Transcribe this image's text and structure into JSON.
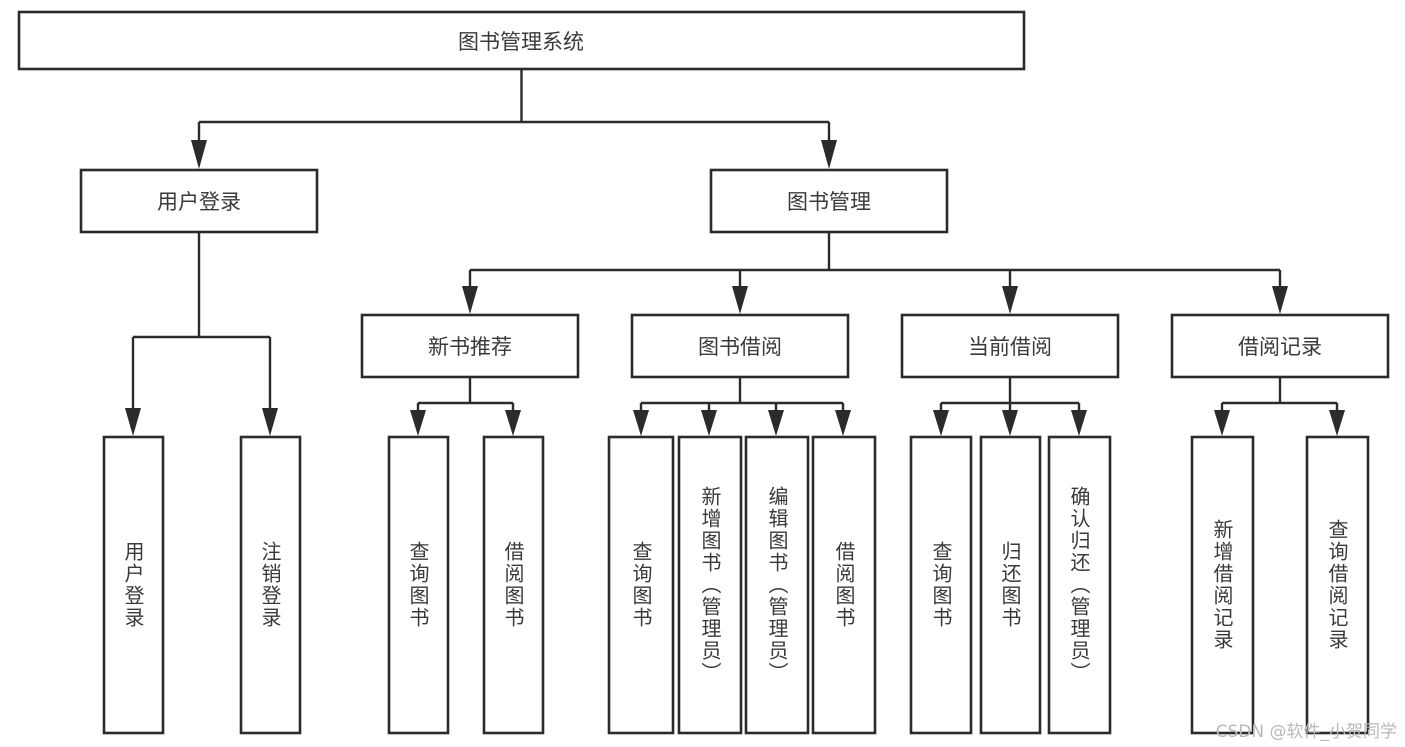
{
  "diagram": {
    "type": "tree-hierarchy",
    "title": "图书管理系统",
    "root": {
      "id": "root",
      "label": "图书管理系统"
    },
    "level2": [
      {
        "id": "user-login",
        "label": "用户登录"
      },
      {
        "id": "book-manage",
        "label": "图书管理"
      }
    ],
    "level3": [
      {
        "id": "new-book-rec",
        "label": "新书推荐",
        "parent": "book-manage"
      },
      {
        "id": "book-borrow",
        "label": "图书借阅",
        "parent": "book-manage"
      },
      {
        "id": "current-borrow",
        "label": "当前借阅",
        "parent": "book-manage"
      },
      {
        "id": "borrow-record",
        "label": "借阅记录",
        "parent": "book-manage"
      }
    ],
    "leaves": [
      {
        "id": "leaf-user-login",
        "label": "用户登录",
        "parent": "user-login"
      },
      {
        "id": "leaf-logout",
        "label": "注销登录",
        "parent": "user-login"
      },
      {
        "id": "leaf-query-book-1",
        "label": "查询图书",
        "parent": "new-book-rec"
      },
      {
        "id": "leaf-borrow-book-1",
        "label": "借阅图书",
        "parent": "new-book-rec"
      },
      {
        "id": "leaf-query-book-2",
        "label": "查询图书",
        "parent": "book-borrow"
      },
      {
        "id": "leaf-add-book",
        "label": "新增图书（管理员）",
        "parent": "book-borrow"
      },
      {
        "id": "leaf-edit-book",
        "label": "编辑图书（管理员）",
        "parent": "book-borrow"
      },
      {
        "id": "leaf-borrow-book-2",
        "label": "借阅图书",
        "parent": "book-borrow"
      },
      {
        "id": "leaf-query-book-3",
        "label": "查询图书",
        "parent": "current-borrow"
      },
      {
        "id": "leaf-return-book",
        "label": "归还图书",
        "parent": "current-borrow"
      },
      {
        "id": "leaf-confirm-return",
        "label": "确认归还（管理员）",
        "parent": "current-borrow"
      },
      {
        "id": "leaf-add-record",
        "label": "新增借阅记录",
        "parent": "borrow-record"
      },
      {
        "id": "leaf-query-record",
        "label": "查询借阅记录",
        "parent": "borrow-record"
      }
    ],
    "colors": {
      "stroke": "#2b2b2b",
      "fill": "#ffffff",
      "text": "#3a3a3a",
      "watermark": "#b9b9b9"
    }
  },
  "watermark": {
    "text": "CSDN @软件_小贺同学"
  }
}
